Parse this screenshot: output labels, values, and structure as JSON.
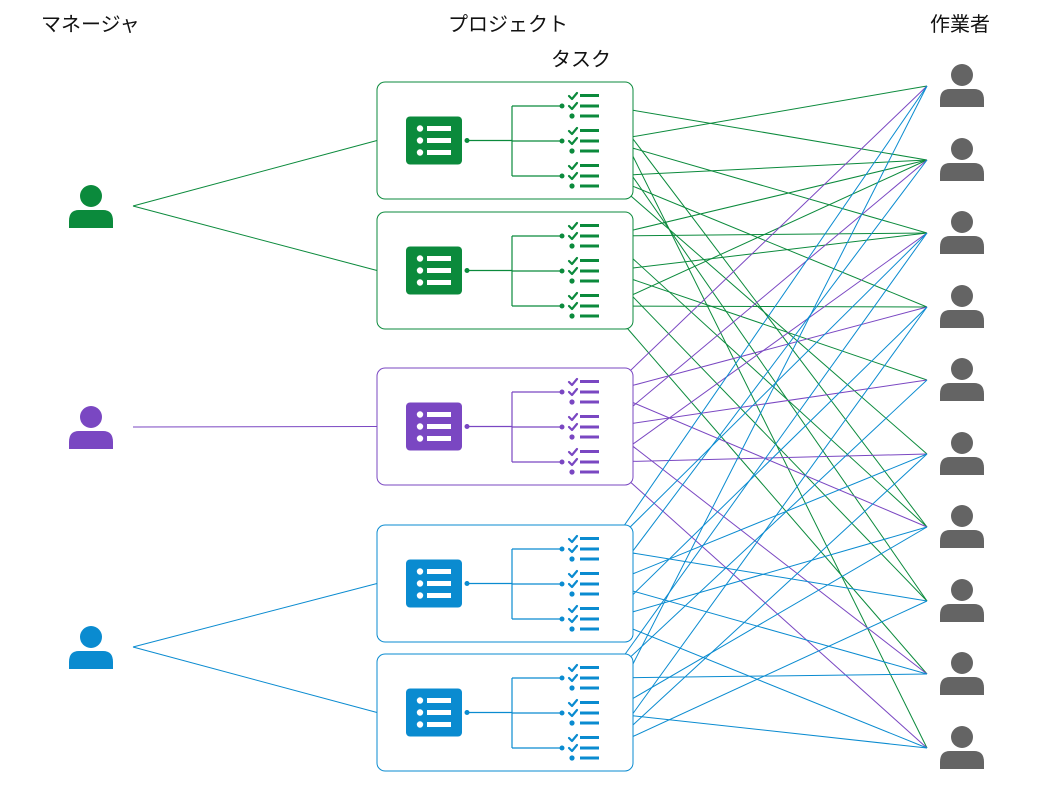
{
  "headers": {
    "managers": "マネージャ",
    "projects": "プロジェクト",
    "tasks": "タスク",
    "workers": "作業者"
  },
  "icons": {
    "manager": "person-icon",
    "project": "list-document-icon",
    "task": "checklist-icon",
    "worker": "person-icon"
  },
  "colors": {
    "green": "#0b8a3c",
    "purple": "#7a47c2",
    "blue": "#0a8bd0",
    "worker": "#646464"
  },
  "managers": [
    {
      "id": "manager-1",
      "color": "#0b8a3c",
      "projects": [
        0,
        1
      ]
    },
    {
      "id": "manager-2",
      "color": "#7a47c2",
      "projects": [
        2
      ]
    },
    {
      "id": "manager-3",
      "color": "#0a8bd0",
      "projects": [
        3,
        4
      ]
    }
  ],
  "projects": [
    {
      "id": "project-1",
      "color": "#0b8a3c",
      "tasks": 3
    },
    {
      "id": "project-2",
      "color": "#0b8a3c",
      "tasks": 3
    },
    {
      "id": "project-3",
      "color": "#7a47c2",
      "tasks": 3
    },
    {
      "id": "project-4",
      "color": "#0a8bd0",
      "tasks": 3
    },
    {
      "id": "project-5",
      "color": "#0a8bd0",
      "tasks": 3
    }
  ],
  "workers": {
    "count": 10,
    "color": "#646464"
  },
  "assignments": [
    [
      [
        1,
        6,
        9
      ],
      [
        0,
        2,
        7
      ],
      [
        1,
        3,
        5
      ]
    ],
    [
      [
        1,
        2,
        6
      ],
      [
        2,
        4,
        7
      ],
      [
        1,
        3,
        8
      ]
    ],
    [
      [
        0,
        3,
        6
      ],
      [
        1,
        4,
        8
      ],
      [
        2,
        5,
        9
      ]
    ],
    [
      [
        0,
        2,
        7
      ],
      [
        1,
        5,
        8
      ],
      [
        3,
        6,
        9
      ]
    ],
    [
      [
        2,
        4,
        8
      ],
      [
        0,
        6,
        9
      ],
      [
        3,
        5,
        7
      ]
    ]
  ]
}
